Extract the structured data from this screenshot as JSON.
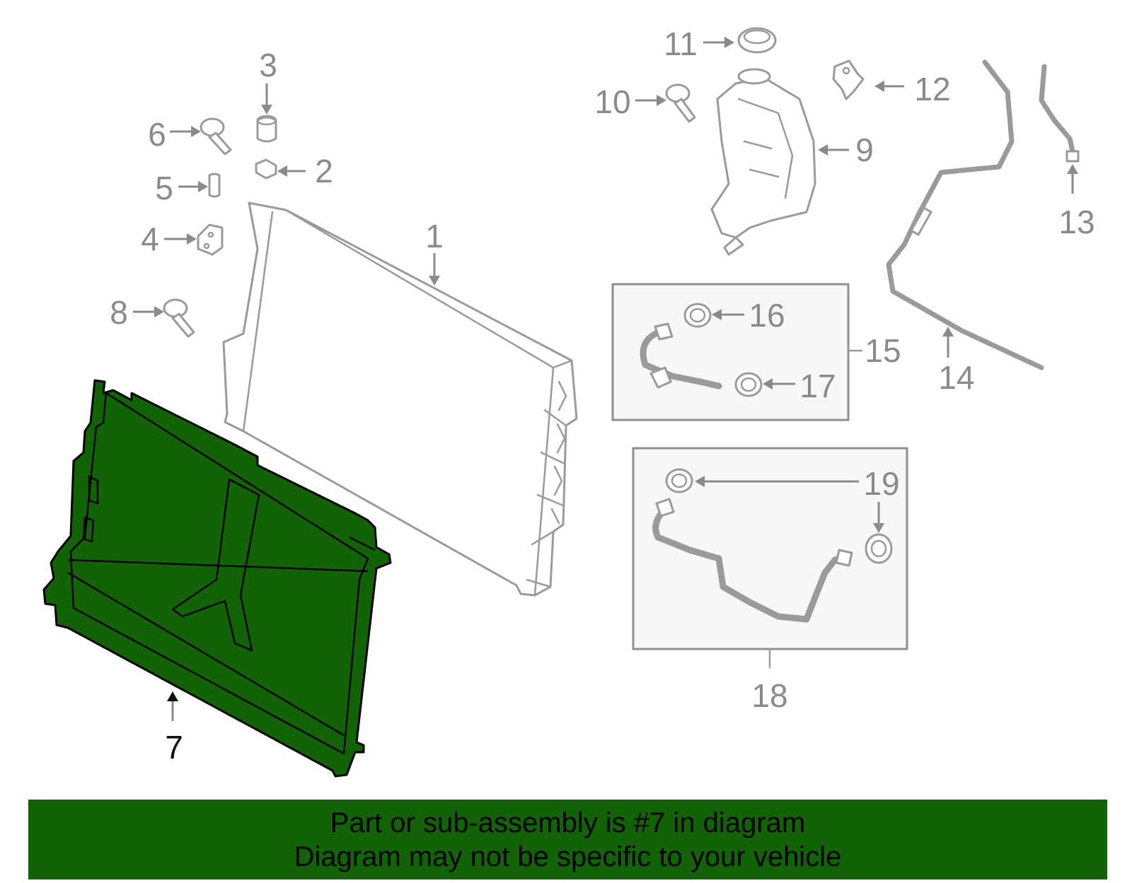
{
  "callouts": [
    "1",
    "2",
    "3",
    "4",
    "5",
    "6",
    "7",
    "8",
    "9",
    "10",
    "11",
    "12",
    "13",
    "14",
    "15",
    "16",
    "17",
    "18",
    "19"
  ],
  "highlighted_part": "7",
  "colors": {
    "highlight": "#126306",
    "line": "#9a9a9a",
    "label": "#8a8a8a"
  },
  "banner": {
    "line1": "Part or sub-assembly is #7 in diagram",
    "line2": "Diagram may not be specific to your vehicle"
  }
}
